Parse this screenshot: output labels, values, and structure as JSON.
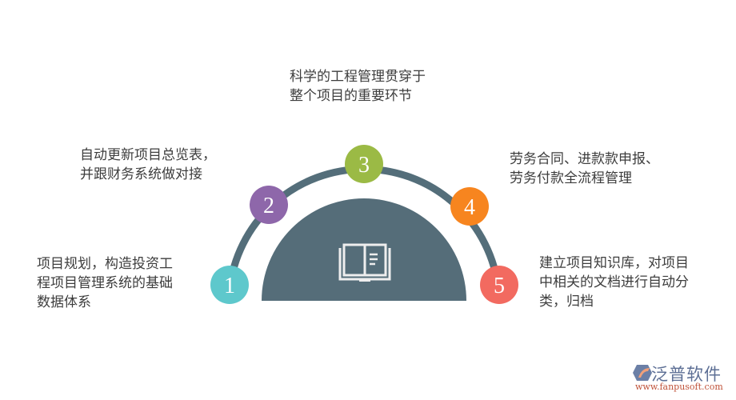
{
  "diagram": {
    "title": "",
    "center_icon": "open-book-icon",
    "colors": {
      "arc": "#546e7a",
      "disc": "#556d79",
      "text": "#3d3d3d",
      "step1": "#5ec8cc",
      "step2": "#8e67aa",
      "step3": "#9bba45",
      "step4": "#f7851f",
      "step5": "#f26a60"
    },
    "steps": [
      {
        "number": "1",
        "lines": [
          "项目规划，构造投资工",
          "程项目管理系统的基础",
          "数据体系"
        ]
      },
      {
        "number": "2",
        "lines": [
          "自动更新项目总览表，",
          "并跟财务系统做对接"
        ]
      },
      {
        "number": "3",
        "lines": [
          "科学的工程管理贯穿于",
          "整个项目的重要环节"
        ]
      },
      {
        "number": "4",
        "lines": [
          "劳务合同、进款款申报、",
          "劳务付款全流程管理"
        ]
      },
      {
        "number": "5",
        "lines": [
          "建立项目知识库，对项目",
          "中相关的文档进行自动分",
          "类，归档"
        ]
      }
    ]
  },
  "watermark": {
    "brand": "泛普软件",
    "url": "www.fanpusoft.com",
    "icon": "fanpu-logo-icon"
  }
}
